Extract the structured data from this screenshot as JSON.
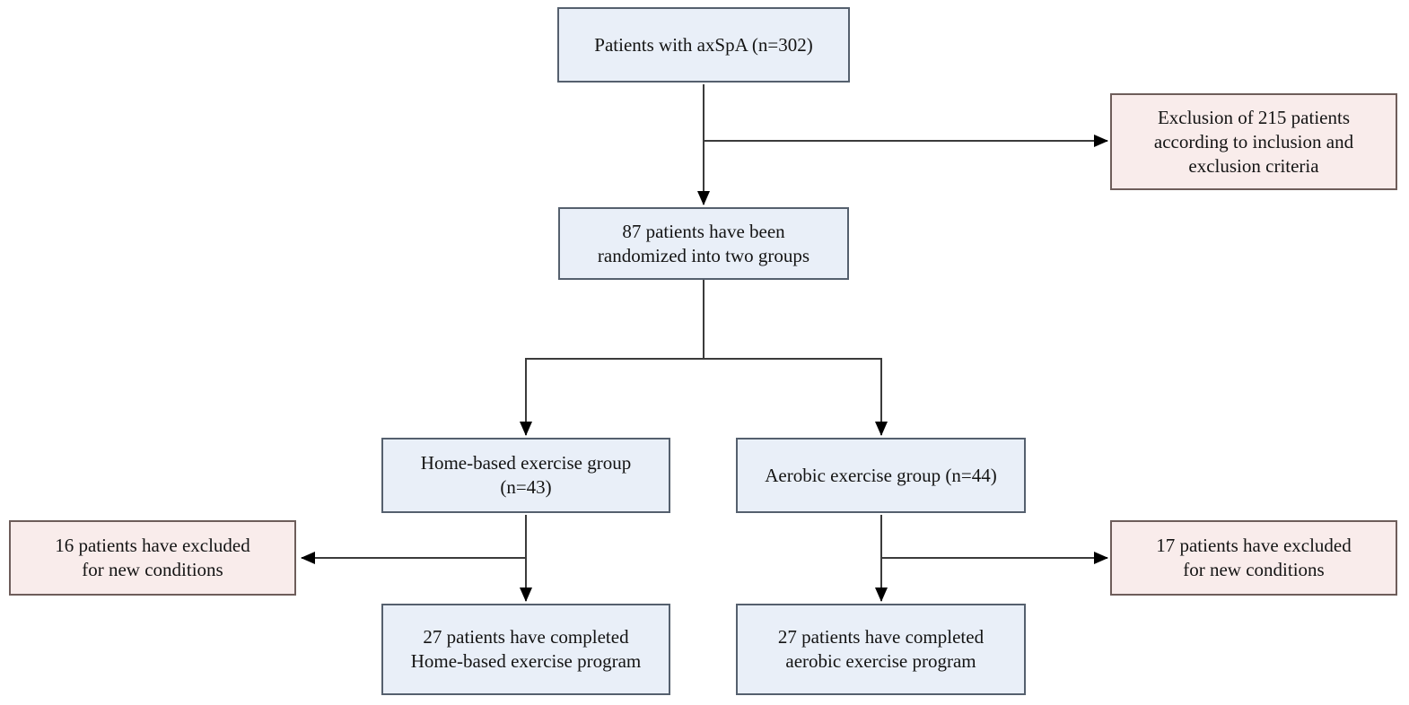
{
  "diagram": {
    "kind": "patient-flow-chart",
    "colors": {
      "process_fill": "#e9eff8",
      "process_border": "#55606e",
      "exclusion_fill": "#f9eceb",
      "exclusion_border": "#6e5d5a",
      "connector": "#3b3b3b",
      "arrowhead": "#000000",
      "text": "#141414"
    },
    "nodes": [
      {
        "id": "patients-enrolled",
        "type": "process",
        "text": "Patients with axSpA (n=302)"
      },
      {
        "id": "exclusion-initial",
        "type": "exclusion",
        "text": "Exclusion of 215 patients\naccording to inclusion and\nexclusion criteria"
      },
      {
        "id": "randomized",
        "type": "process",
        "text": "87 patients have been\nrandomized into two groups"
      },
      {
        "id": "home-group",
        "type": "process",
        "text": "Home-based exercise group\n(n=43)"
      },
      {
        "id": "aerobic-group",
        "type": "process",
        "text": "Aerobic exercise group (n=44)"
      },
      {
        "id": "home-excluded",
        "type": "exclusion",
        "text": "16 patients have excluded\nfor new conditions"
      },
      {
        "id": "aerobic-excluded",
        "type": "exclusion",
        "text": "17 patients have excluded\nfor new conditions"
      },
      {
        "id": "home-completed",
        "type": "process",
        "text": "27 patients have completed\nHome-based exercise program"
      },
      {
        "id": "aerobic-completed",
        "type": "process",
        "text": "27 patients have completed\naerobic exercise program"
      }
    ]
  }
}
